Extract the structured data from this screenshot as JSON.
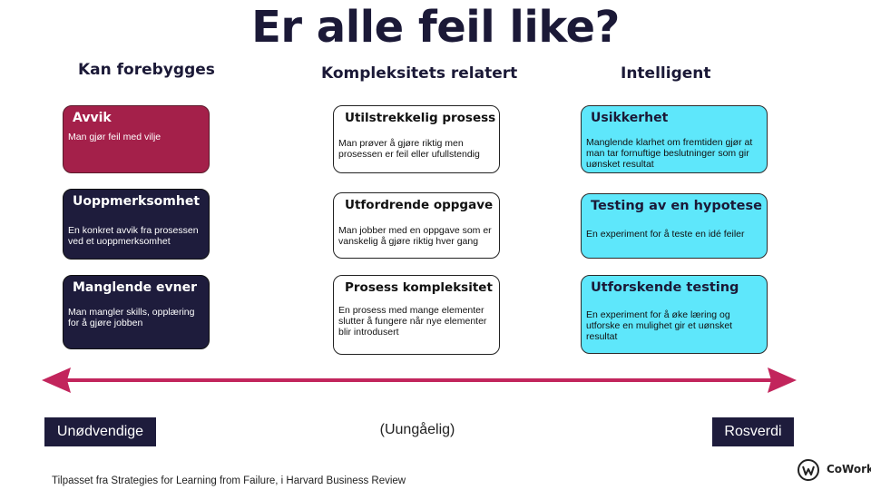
{
  "title": "Er alle feil like?",
  "columns": [
    {
      "heading": "Kan forebygges",
      "cards": [
        {
          "title": "Avvik",
          "desc": "Man gjør feil med vilje"
        },
        {
          "title": "Uoppmerksomhet",
          "desc": "En konkret avvik fra prosessen ved et uoppmerksomhet"
        },
        {
          "title": "Manglende evner",
          "desc": "Man mangler skills, opplæring for å gjøre jobben"
        }
      ]
    },
    {
      "heading": "Kompleksitets relatert",
      "cards": [
        {
          "title": "Utilstrekkelig prosess",
          "desc": "Man prøver å gjøre riktig men prosessen er feil eller ufullstendig"
        },
        {
          "title": "Utfordrende oppgave",
          "desc": "Man jobber med en oppgave som er vanskelig å gjøre riktig hver gang"
        },
        {
          "title": "Prosess kompleksitet",
          "desc": "En prosess med mange elementer slutter å fungere når nye elementer blir introdusert"
        }
      ]
    },
    {
      "heading": "Intelligent",
      "cards": [
        {
          "title": "Usikkerhet",
          "desc": "Manglende klarhet om fremtiden gjør at man tar fornuftige beslutninger som gir uønsket resultat"
        },
        {
          "title": "Testing av en hypotese",
          "desc": "En experiment for å teste en idé feiler"
        },
        {
          "title": "Utforskende testing",
          "desc": "En experiment for å øke læring og utforske en mulighet gir et uønsket resultat"
        }
      ]
    }
  ],
  "scale": {
    "left_label": "Unødvendige",
    "middle_label": "(Uungåelig)",
    "right_label": "Rosverdi",
    "arrow_color": "#c2255c"
  },
  "source": "Tilpasset fra Strategies for Learning from Failure, i Harvard Business Review",
  "logo": {
    "text": "CoWork",
    "icon": "cowork-logo-icon"
  }
}
